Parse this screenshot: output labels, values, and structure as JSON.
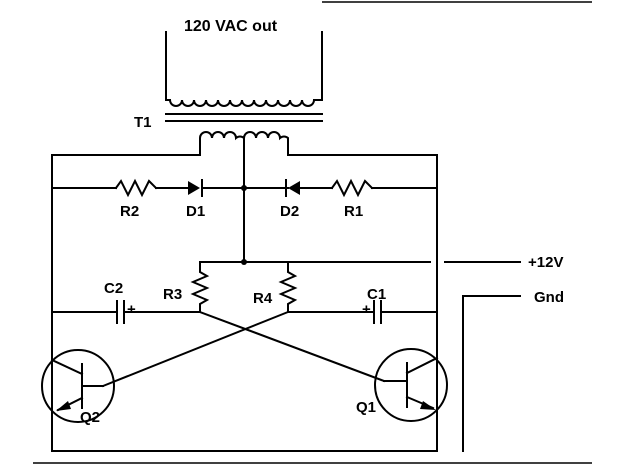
{
  "diagram": {
    "output_label": "120 VAC out",
    "transformer_label": "T1",
    "power_label": "+12V",
    "ground_label": "Gnd",
    "resistors": [
      "R1",
      "R2",
      "R3",
      "R4"
    ],
    "diodes": [
      "D1",
      "D2"
    ],
    "capacitors": [
      "C1",
      "C2"
    ],
    "transistors": [
      "Q1",
      "Q2"
    ],
    "polarity_mark": "+"
  }
}
